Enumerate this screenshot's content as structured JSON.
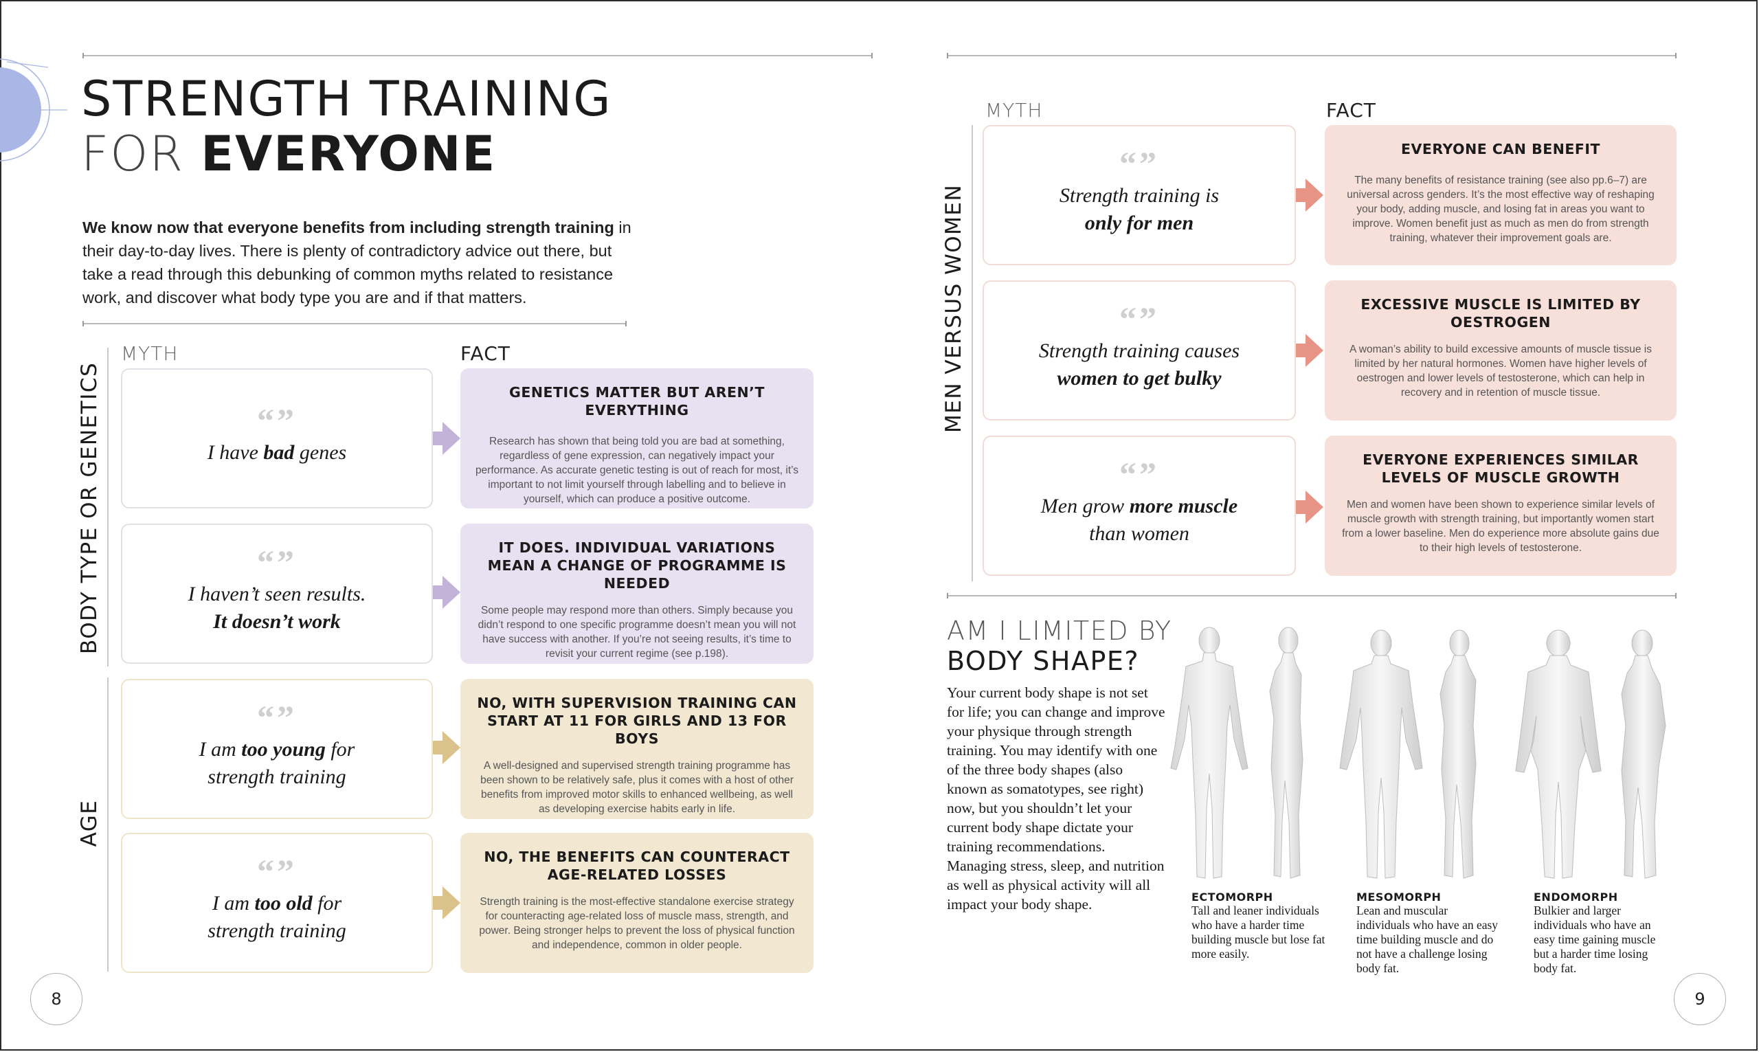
{
  "page": {
    "left_number": "8",
    "right_number": "9",
    "title_line1": "STRENGTH TRAINING",
    "title_line2_light": "FOR",
    "title_line2_bold": "EVERYONE",
    "intro_bold": "We know now that everyone benefits from including strength training",
    "intro_rest": "in their day-to-day lives. There is plenty of contradictory advice out there, but take a read through this debunking of common myths related to resistance work, and discover what body type you are and if that matters."
  },
  "colors": {
    "purple_fill": "#e8e1f1",
    "purple_border": "#d9d2e6",
    "purple_arrow": "#c3b3d9",
    "tan_fill": "#f2e8d2",
    "tan_border": "#ece3c8",
    "tan_arrow": "#dbc28b",
    "pink_fill": "#f8e0da",
    "pink_border": "#ecd3cd",
    "pink_arrow": "#e79486",
    "accent_circle": "#a9b6e6"
  },
  "left": {
    "myth_head": "MYTH",
    "fact_head": "FACT",
    "groups": [
      {
        "label": "BODY TYPE OR GENETICS",
        "items": [
          {
            "quote": "“”",
            "myth_pre": "I have ",
            "myth_bold": "bad",
            "myth_post": " genes",
            "myth_line2": "",
            "fact_title": "GENETICS MATTER BUT AREN’T EVERYTHING",
            "fact_body": "Research has shown that being told you are bad at something, regardless of gene expression, can negatively impact your performance. As accurate genetic testing is out of reach for most, it’s important to not limit yourself through labelling and to believe in yourself, which can produce a positive outcome."
          },
          {
            "quote": "“”",
            "myth_pre": "I haven’t seen results.",
            "myth_bold": "",
            "myth_post": "",
            "myth_line2": "It doesn’t work",
            "fact_title": "IT DOES. INDIVIDUAL VARIATIONS MEAN A CHANGE OF PROGRAMME IS NEEDED",
            "fact_body": "Some people may respond more than others. Simply because you didn’t respond to one specific programme doesn’t mean you will not have success with another. If you’re not seeing results, it’s time to revisit your current regime (see p.198)."
          }
        ]
      },
      {
        "label": "AGE",
        "items": [
          {
            "quote": "“”",
            "myth_pre": "I am ",
            "myth_bold": "too young",
            "myth_post": " for",
            "myth_line2": "strength training",
            "fact_title": "NO, WITH SUPERVISION TRAINING CAN START AT 11 FOR GIRLS AND 13 FOR BOYS",
            "fact_body": "A well-designed and supervised strength training programme has been shown to be relatively safe, plus it comes with a host of other benefits from improved motor skills to enhanced wellbeing, as well as developing exercise habits early in life."
          },
          {
            "quote": "“”",
            "myth_pre": "I am ",
            "myth_bold": "too old",
            "myth_post": " for",
            "myth_line2": "strength training",
            "fact_title": "NO, THE BENEFITS CAN COUNTERACT AGE-RELATED LOSSES",
            "fact_body": "Strength training is the most-effective standalone exercise strategy for counteracting age-related loss of muscle mass, strength, and power. Being stronger helps to prevent the loss of physical function and independence, common in older people."
          }
        ]
      }
    ]
  },
  "right": {
    "myth_head": "MYTH",
    "fact_head": "FACT",
    "group_label": "MEN VERSUS WOMEN",
    "items": [
      {
        "quote": "“”",
        "myth_line1": "Strength training is",
        "myth_line2": "only for men",
        "fact_title": "EVERYONE CAN BENEFIT",
        "fact_body": "The many benefits of resistance training (see also pp.6–7) are universal across genders. It’s the most effective way of reshaping your body, adding muscle, and losing fat in areas you want to improve. Women benefit just as much as men do from strength training, whatever their improvement goals are."
      },
      {
        "quote": "“”",
        "myth_line1": "Strength training causes",
        "myth_line2": "women to get bulky",
        "fact_title": "EXCESSIVE MUSCLE IS LIMITED BY OESTROGEN",
        "fact_body": "A woman’s ability to build excessive amounts of muscle tissue is limited by her natural hormones. Women have higher levels of oestrogen and lower levels of testosterone, which can help in recovery and in retention of muscle tissue."
      },
      {
        "quote": "“”",
        "myth_line1_pre": "Men grow ",
        "myth_line1_bold": "more muscle",
        "myth_line2": "than women",
        "fact_title": "EVERYONE EXPERIENCES SIMILAR LEVELS OF MUSCLE GROWTH",
        "fact_body": "Men and women have been shown to experience similar levels of muscle growth with strength training, but importantly women start from a lower baseline. Men do experience more absolute gains due to their high levels of testosterone."
      }
    ],
    "body_shape": {
      "title_line1": "AM I LIMITED BY",
      "title_line2": "BODY SHAPE?",
      "paragraph": "Your current body shape is not set for life; you can change and improve your physique through strength training. You may identify with one of the three body shapes (also known as somatotypes, see right) now, but you shouldn’t let your current body shape dictate your training recommendations. Managing stress, sleep, and nutrition as well as physical activity will all impact your body shape.",
      "types": [
        {
          "name": "ECTOMORPH",
          "desc": "Tall and leaner individuals who have a harder time building muscle but lose fat more easily."
        },
        {
          "name": "MESOMORPH",
          "desc": "Lean and muscular individuals who have an easy time building muscle and do not have a challenge losing body fat."
        },
        {
          "name": "ENDOMORPH",
          "desc": "Bulkier and larger individuals who have an easy time gaining muscle but a harder time losing body fat."
        }
      ]
    }
  }
}
